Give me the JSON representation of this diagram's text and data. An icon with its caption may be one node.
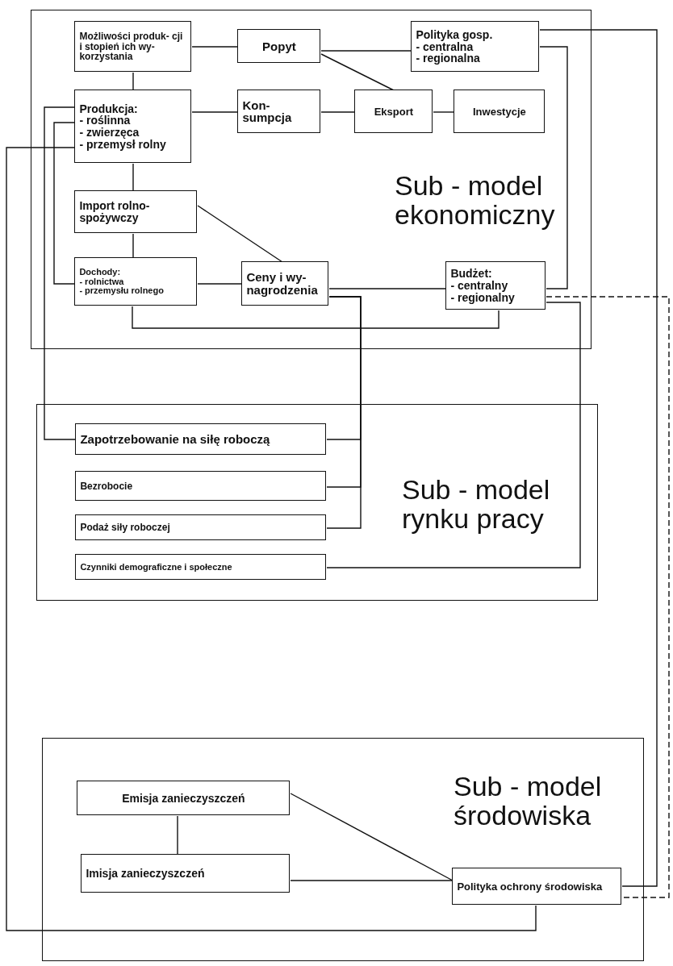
{
  "diagram": {
    "nodes": [
      {
        "text": [
          "Sub - model ekonomiczny"
        ]
      },
      {
        "text": [
          "Możliwości produk- cji i stopień ich wy- korzystania"
        ],
        "in": 0
      },
      {
        "text": [
          "Popyt"
        ],
        "in": 0
      },
      {
        "text": [
          "Polityka gosp.",
          "- centralna",
          "- regionalna"
        ],
        "in": 0
      },
      {
        "text": [
          "Produkcja:",
          "- roślinna",
          "- zwierzęca",
          "- przemysł rolny"
        ],
        "in": 0
      },
      {
        "text": [
          "Kon- sumpcja"
        ],
        "in": 0
      },
      {
        "text": [
          "Eksport"
        ],
        "in": 0
      },
      {
        "text": [
          "Inwestycje"
        ],
        "in": 0
      },
      {
        "text": [
          "Import rolno- spożywczy"
        ],
        "in": 0
      },
      {
        "text": [
          "Dochody:",
          "- rolnictwa",
          "- przemysłu rolnego"
        ],
        "in": 0
      },
      {
        "text": [
          "Ceny i wy- nagrodzenia"
        ],
        "in": 0
      },
      {
        "text": [
          "Budżet:",
          "- centralny",
          "- regionalny"
        ],
        "in": 0
      },
      {
        "text": [
          "Sub - model rynku pracy"
        ]
      },
      {
        "text": [
          "Zapotrzebowanie na siłę roboczą"
        ],
        "in": 12
      },
      {
        "text": [
          "Bezrobocie"
        ],
        "in": 12
      },
      {
        "text": [
          "Podaż siły roboczej"
        ],
        "in": 12
      },
      {
        "text": [
          "Czynniki demograficzne i społeczne"
        ],
        "in": 12
      },
      {
        "text": [
          "Sub - model środowiska"
        ]
      },
      {
        "text": [
          "Emisja zanieczyszczeń"
        ],
        "in": 17
      },
      {
        "text": [
          "Imisja zanieczyszczeń"
        ],
        "in": 17
      },
      {
        "text": [
          "Polityka ochrony środowiska"
        ],
        "in": 17
      }
    ],
    "edges": [
      {
        "from": 1,
        "to": 2,
        "arrow": "none"
      },
      {
        "from": 1,
        "to": 4,
        "arrow": "none"
      },
      {
        "from": 2,
        "to": 3,
        "arrow": "none"
      },
      {
        "from": 2,
        "to": 6,
        "arrow": "none"
      },
      {
        "from": 4,
        "to": 5,
        "arrow": "none"
      },
      {
        "from": 5,
        "to": 6,
        "arrow": "none"
      },
      {
        "from": 6,
        "to": 7,
        "arrow": "none"
      },
      {
        "from": 4,
        "to": 8,
        "arrow": "none"
      },
      {
        "from": 8,
        "to": 9,
        "arrow": "none"
      },
      {
        "from": 8,
        "to": 10,
        "arrow": "none"
      },
      {
        "from": 9,
        "to": 10,
        "arrow": "none"
      },
      {
        "from": 10,
        "to": 11,
        "arrow": "none"
      },
      {
        "from": 9,
        "to": 11,
        "arrow": "none"
      },
      {
        "from": 3,
        "to": 11,
        "arrow": "none"
      },
      {
        "from": 4,
        "to": 13,
        "arrow": "none"
      },
      {
        "from": 4,
        "to": 9,
        "arrow": "none"
      },
      {
        "from": 4,
        "to": 20,
        "arrow": "none"
      },
      {
        "from": 10,
        "to": 13,
        "arrow": "none"
      },
      {
        "from": 10,
        "to": 14,
        "arrow": "none"
      },
      {
        "from": 10,
        "to": 15,
        "arrow": "none"
      },
      {
        "from": 11,
        "to": 16,
        "arrow": "none"
      },
      {
        "from": 3,
        "to": 20,
        "arrow": "none"
      },
      {
        "from": 11,
        "to": 20,
        "arrow": "none",
        "style": "dashed"
      },
      {
        "from": 18,
        "to": 19,
        "arrow": "none"
      },
      {
        "from": 18,
        "to": 20,
        "arrow": "none"
      },
      {
        "from": 19,
        "to": 20,
        "arrow": "none"
      }
    ]
  }
}
